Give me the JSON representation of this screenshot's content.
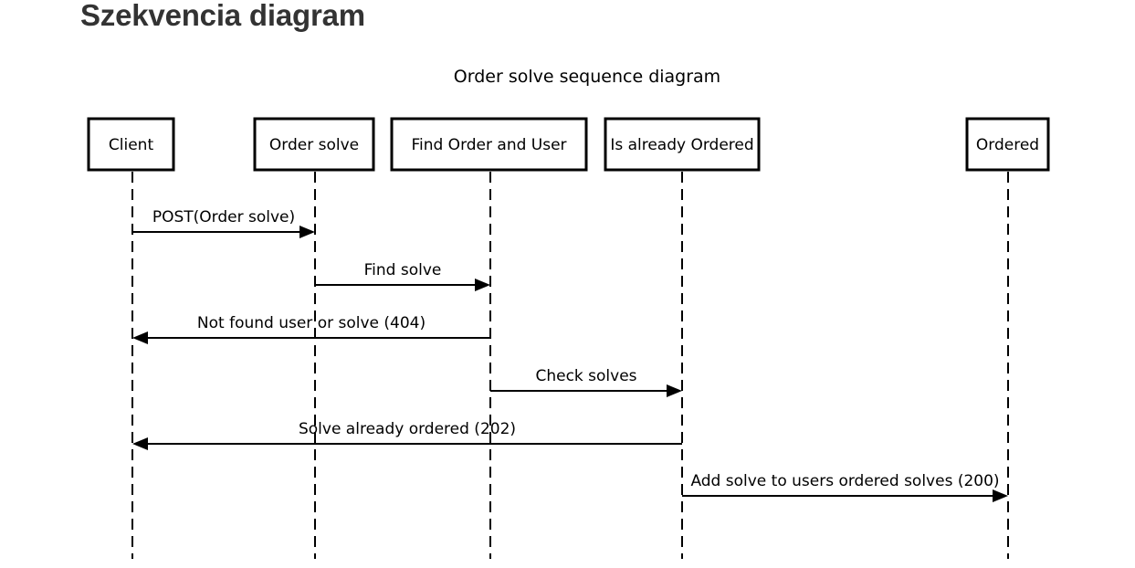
{
  "page": {
    "title": "Szekvencia diagram"
  },
  "diagram": {
    "title": "Order solve sequence diagram",
    "participants": [
      {
        "id": "client",
        "label": "Client"
      },
      {
        "id": "order-solve",
        "label": "Order solve"
      },
      {
        "id": "find-order-user",
        "label": "Find Order and User"
      },
      {
        "id": "is-already-ordered",
        "label": "Is already Ordered"
      },
      {
        "id": "ordered",
        "label": "Ordered"
      }
    ],
    "messages": [
      {
        "from": 0,
        "to": 1,
        "label": "POST(Order solve)"
      },
      {
        "from": 1,
        "to": 2,
        "label": "Find solve"
      },
      {
        "from": 2,
        "to": 0,
        "label": "Not found user or solve (404)"
      },
      {
        "from": 2,
        "to": 3,
        "label": "Check solves"
      },
      {
        "from": 3,
        "to": 0,
        "label": "Solve already ordered (202)"
      },
      {
        "from": 3,
        "to": 4,
        "label": "Add solve to users ordered solves (200)"
      }
    ]
  },
  "colors": {
    "title": "#333333",
    "line": "#000000",
    "background": "#ffffff"
  }
}
